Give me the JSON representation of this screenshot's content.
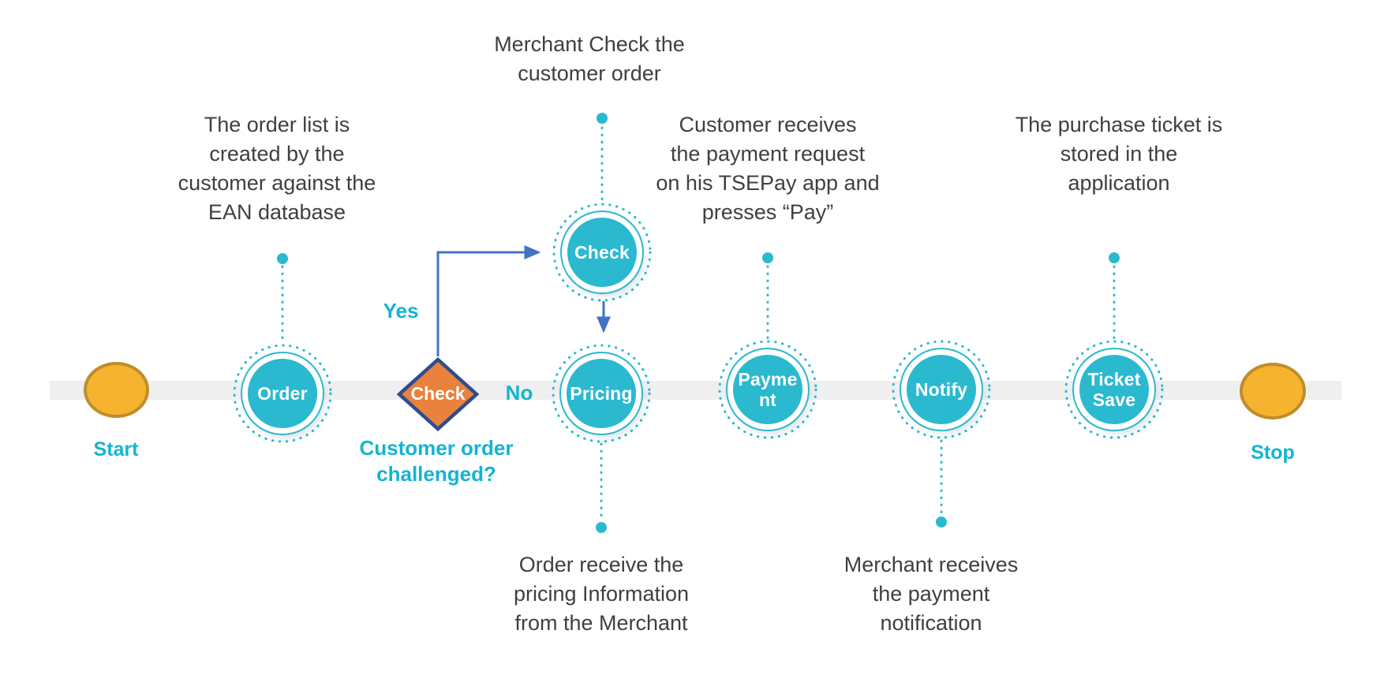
{
  "timeline": {
    "start_label": "Start",
    "stop_label": "Stop"
  },
  "nodes": {
    "order": {
      "label": "Order"
    },
    "check": {
      "label": "Check"
    },
    "pricing": {
      "label": "Pricing"
    },
    "payment": {
      "label": "Payme\nnt"
    },
    "notify": {
      "label": "Notify"
    },
    "ticket_save": {
      "label": "Ticket\nSave"
    }
  },
  "decision": {
    "label": "Check",
    "question": "Customer order\nchallenged?",
    "yes_label": "Yes",
    "no_label": "No"
  },
  "annotations": {
    "order_list": "The order list is\ncreated by the\ncustomer against the\nEAN database",
    "merchant_check": "Merchant Check the\ncustomer order",
    "customer_receives": "Customer receives\nthe payment request\non his TSEPay app and\npresses “Pay”",
    "purchase_ticket": "The purchase ticket is\nstored in the\napplication",
    "order_receive": "Order receive the\npricing Information\nfrom the Merchant",
    "merchant_receives": "Merchant receives\nthe payment\nnotification"
  },
  "colors": {
    "teal": "#2bb9cf",
    "teal_text": "#14b4d1",
    "gold_fill": "#f5b32f",
    "gold_border": "#bf8d2a",
    "diamond_fill": "#e8823c",
    "diamond_border": "#2e4c8e",
    "arrow_blue": "#4472c4",
    "text_gray": "#3f3f3f",
    "band_gray": "#efefef"
  }
}
